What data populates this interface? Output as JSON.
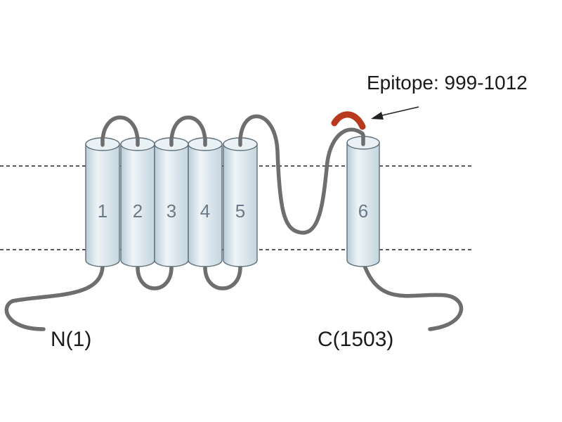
{
  "epitope_label": "Epitope: 999-1012",
  "n_terminus_label": "N(1)",
  "c_terminus_label": "C(1503)",
  "helices": [
    "1",
    "2",
    "3",
    "4",
    "5",
    "6"
  ],
  "colors": {
    "helix_fill": "#d3e2ea",
    "helix_top": "#e9f1f5",
    "helix_stroke": "#5f6f7a",
    "loop": "#6e6e6e",
    "epitope": "#b83a1e",
    "membrane": "#222222"
  }
}
